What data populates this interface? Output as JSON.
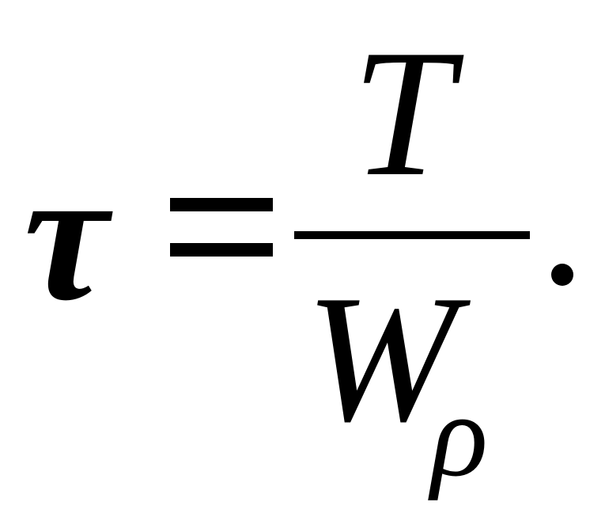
{
  "formula": {
    "lhs": "τ",
    "operator": "=",
    "numerator": "T",
    "denominator": "W",
    "denominator_subscript": "ρ",
    "terminator": "."
  }
}
